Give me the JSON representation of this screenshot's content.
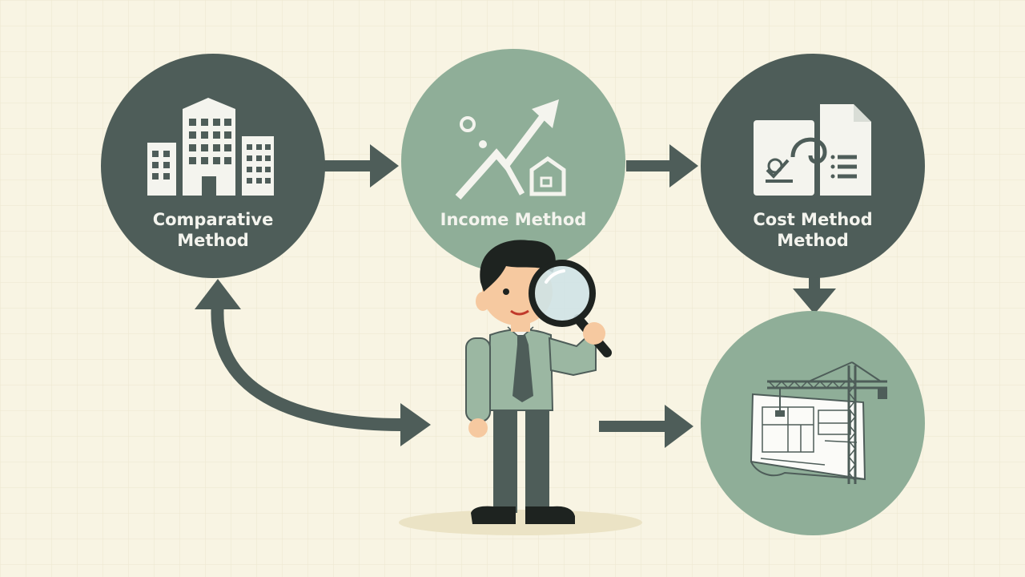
{
  "nodes": {
    "comparative": {
      "line1": "Comparative",
      "line2": "Method"
    },
    "income": {
      "line1": "Income Method"
    },
    "cost": {
      "line1": "Cost Method",
      "line2": "Method"
    }
  },
  "icons": {
    "comparative": "buildings-icon",
    "income": "rising-trend-arrow-icon",
    "cost": "documents-icon",
    "fourth": "blueprint-crane-icon",
    "person": "appraiser-with-magnifying-glass"
  },
  "colors": {
    "background": "#f8f4e3",
    "grid": "#ece6cf",
    "dark_circle": "#4e5d59",
    "light_circle": "#8fae98",
    "arrow": "#4e5d59",
    "label_light": "#f4f4ee",
    "shirt": "#9bb7a2",
    "skin": "#f6c9a0"
  }
}
